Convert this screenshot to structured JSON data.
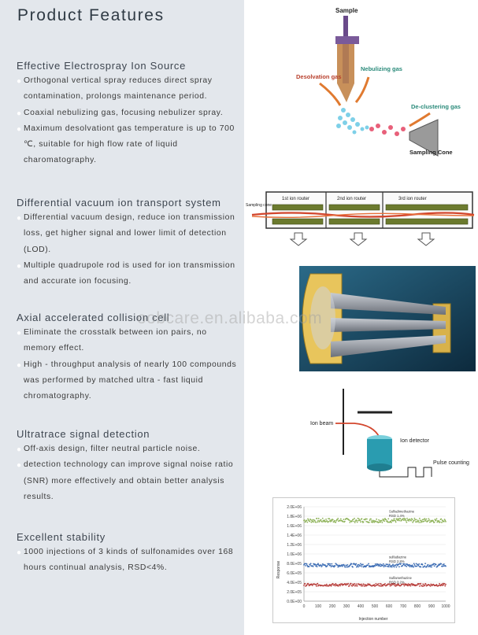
{
  "page": {
    "title": "Product Features",
    "watermark": "oobcare.en.alibaba.com"
  },
  "sections": [
    {
      "heading": "Effective Electrospray Ion Source",
      "bullets": [
        "Orthogonal vertical spray reduces direct spray contamination,  prolongs maintenance period.",
        "Coaxial nebulizing gas, focusing nebulizer spray.",
        "Maximum desolvationt gas temperature is up to 700 ℃, suitable for high flow rate of liquid charomatography."
      ]
    },
    {
      "heading": "Differential vacuum ion transport system",
      "bullets": [
        "Differential vacuum design, reduce ion transmission loss, get higher signal and lower  limit of detection (LOD).",
        "Multiple quadrupole rod is used for ion transmission and accurate ion focusing."
      ]
    },
    {
      "heading": "Axial accelerated collision cell",
      "bullets": [
        "Eliminate the crosstalk between ion pairs, no memory effect.",
        "High - throughput analysis of nearly 100 compounds was performed by matched ultra - fast liquid chromatography."
      ]
    },
    {
      "heading": "Ultratrace signal detection",
      "bullets": [
        "Off-axis design, filter neutral particle noise.",
        "detection technology can improve signal noise ratio (SNR) more effectively and obtain better analysis results."
      ]
    },
    {
      "heading": "Excellent stability",
      "bullets": [
        "1000 injections of 3 kinds of sulfonamides over 168 hours continual analysis, RSD<4%."
      ]
    }
  ],
  "diagram_spray": {
    "sample": "Sample",
    "desolvation_gas": "Desolvation gas",
    "nebulizing_gas": "Nebulizing gas",
    "declustering_gas": "De-clustering gas",
    "sampling_cone": "Sampling Cone"
  },
  "diagram_vacuum": {
    "stage1": "1st ion router",
    "stage2": "2nd ion router",
    "stage3": "3rd ion router",
    "inlet": "Sampling cone"
  },
  "diagram_detector": {
    "ion_beam": "Ion beam",
    "ion_detector": "Ion detector",
    "pulse_counting": "Pulse counting"
  },
  "colors": {
    "panel_bg": "#e3e7ec",
    "bar_green": "#6b7a2e",
    "ion_red": "#d2452c",
    "cell_yellow": "#e8c55c",
    "cell_bg": "#14384f",
    "detector_teal": "#2a9cb0"
  },
  "chart_data": {
    "type": "scatter",
    "xlabel": "Injection number",
    "ylabel": "Response",
    "xlim": [
      0,
      1000
    ],
    "ylim": [
      0,
      2000000
    ],
    "x_ticks": [
      "0",
      "100",
      "200",
      "300",
      "400",
      "500",
      "600",
      "700",
      "800",
      "900",
      "1000"
    ],
    "y_ticks": [
      "0.0E+00",
      "2.0E+05",
      "4.0E+05",
      "6.0E+05",
      "8.0E+05",
      "1.0E+06",
      "1.2E+06",
      "1.4E+06",
      "1.6E+06",
      "1.8E+06",
      "2.0E+06"
    ],
    "series": [
      {
        "name": "Sulfadimethazine",
        "rsd": "RSD 1.4%",
        "mean": 1710000,
        "spread": 45000,
        "color": "#8fb35a"
      },
      {
        "name": "sulfadiazine",
        "rsd": "RSD 2.8%",
        "mean": 760000,
        "spread": 38000,
        "color": "#3e6eb5"
      },
      {
        "name": "Sulfamethazine",
        "rsd": "RSD 3.2%",
        "mean": 345000,
        "spread": 28000,
        "color": "#b8403d"
      }
    ]
  }
}
